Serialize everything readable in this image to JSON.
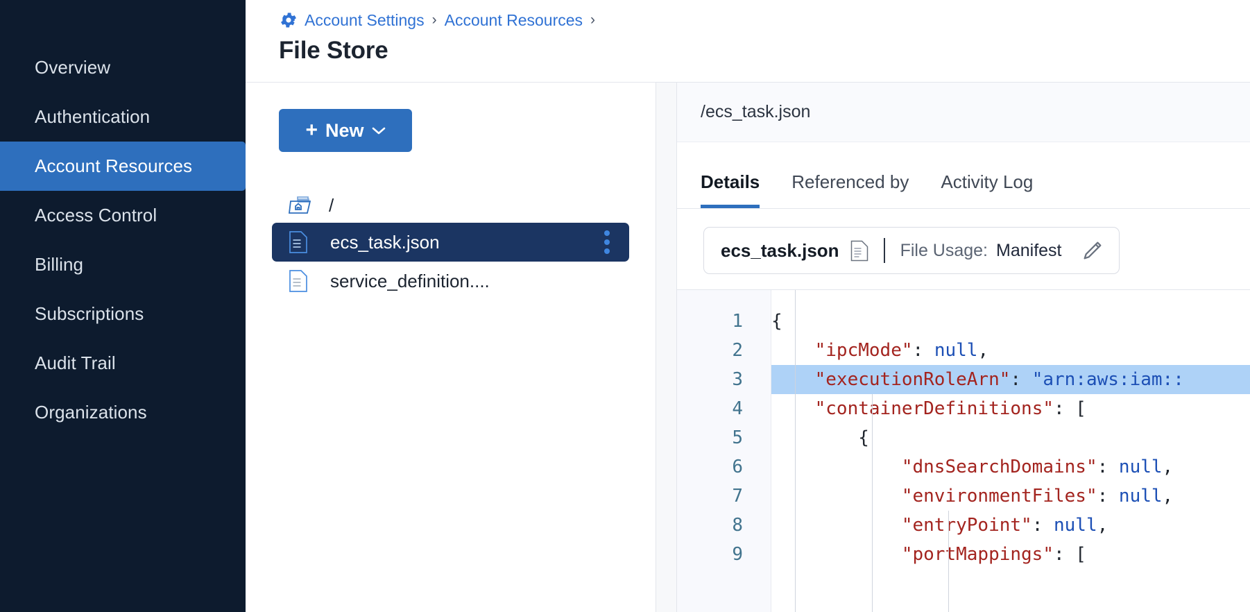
{
  "sidebar": {
    "items": [
      {
        "label": "Overview",
        "active": false
      },
      {
        "label": "Authentication",
        "active": false
      },
      {
        "label": "Account Resources",
        "active": true
      },
      {
        "label": "Access Control",
        "active": false
      },
      {
        "label": "Billing",
        "active": false
      },
      {
        "label": "Subscriptions",
        "active": false
      },
      {
        "label": "Audit Trail",
        "active": false
      },
      {
        "label": "Organizations",
        "active": false
      }
    ]
  },
  "header": {
    "gear_icon": "gear-icon",
    "breadcrumb": [
      {
        "label": "Account Settings"
      },
      {
        "label": "Account Resources"
      }
    ],
    "separator": "›",
    "title": "File Store"
  },
  "tree_panel": {
    "new_button": {
      "plus": "+",
      "label": "New",
      "chevron_icon": "chevron-down-icon"
    },
    "root": {
      "icon": "folder-home-icon",
      "label": "/"
    },
    "files": [
      {
        "name": "ecs_task.json",
        "icon": "file-json-icon",
        "selected": true,
        "kebab_icon": "kebab-menu-icon"
      },
      {
        "name": "service_definition....",
        "icon": "file-json-icon",
        "selected": false
      }
    ]
  },
  "detail_panel": {
    "path": "/ecs_task.json",
    "tabs": [
      {
        "label": "Details",
        "active": true
      },
      {
        "label": "Referenced by",
        "active": false
      },
      {
        "label": "Activity Log",
        "active": false
      }
    ],
    "chip": {
      "file_name": "ecs_task.json",
      "doc_icon": "document-icon",
      "usage_label": "File Usage:",
      "usage_value": "Manifest",
      "edit_icon": "pencil-edit-icon"
    },
    "editor": {
      "line_numbers": [
        "1",
        "2",
        "3",
        "4",
        "5",
        "6",
        "7",
        "8",
        "9"
      ],
      "highlighted_line": 3,
      "lines": [
        [
          {
            "t": "{",
            "c": "p"
          }
        ],
        [
          {
            "t": "    ",
            "c": "p"
          },
          {
            "t": "\"ipcMode\"",
            "c": "k"
          },
          {
            "t": ": ",
            "c": "p"
          },
          {
            "t": "null",
            "c": "n"
          },
          {
            "t": ",",
            "c": "p"
          }
        ],
        [
          {
            "t": "    ",
            "c": "p"
          },
          {
            "t": "\"executionRoleArn\"",
            "c": "k"
          },
          {
            "t": ": ",
            "c": "p"
          },
          {
            "t": "\"arn:aws:iam::",
            "c": "s"
          }
        ],
        [
          {
            "t": "    ",
            "c": "p"
          },
          {
            "t": "\"containerDefinitions\"",
            "c": "k"
          },
          {
            "t": ": [",
            "c": "p"
          }
        ],
        [
          {
            "t": "        {",
            "c": "p"
          }
        ],
        [
          {
            "t": "            ",
            "c": "p"
          },
          {
            "t": "\"dnsSearchDomains\"",
            "c": "k"
          },
          {
            "t": ": ",
            "c": "p"
          },
          {
            "t": "null",
            "c": "n"
          },
          {
            "t": ",",
            "c": "p"
          }
        ],
        [
          {
            "t": "            ",
            "c": "p"
          },
          {
            "t": "\"environmentFiles\"",
            "c": "k"
          },
          {
            "t": ": ",
            "c": "p"
          },
          {
            "t": "null",
            "c": "n"
          },
          {
            "t": ",",
            "c": "p"
          }
        ],
        [
          {
            "t": "            ",
            "c": "p"
          },
          {
            "t": "\"entryPoint\"",
            "c": "k"
          },
          {
            "t": ": ",
            "c": "p"
          },
          {
            "t": "null",
            "c": "n"
          },
          {
            "t": ",",
            "c": "p"
          }
        ],
        [
          {
            "t": "            ",
            "c": "p"
          },
          {
            "t": "\"portMappings\"",
            "c": "k"
          },
          {
            "t": ": [",
            "c": "p"
          }
        ]
      ]
    }
  },
  "colors": {
    "sidebar_bg": "#0d1b2e",
    "accent": "#2e6fbd",
    "selected_row": "#1b3562",
    "link": "#3072d4",
    "code_key": "#a3241f",
    "code_value": "#1c4fb5",
    "highlight": "#aed2f7"
  }
}
